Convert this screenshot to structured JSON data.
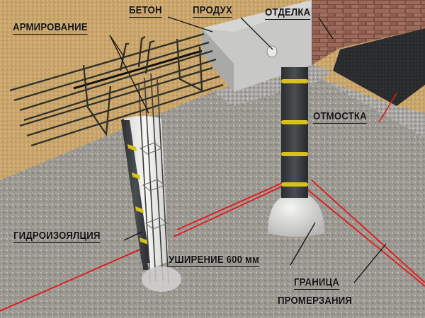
{
  "diagram": {
    "type": "3d-cutaway",
    "subject": "pile foundation with concrete grillage",
    "colors": {
      "sand": "#c9a46a",
      "ground_gray": "#9a9690",
      "ground_light": "#b8b4ae",
      "concrete": "#c4c4c2",
      "brick": "#8a5a4c",
      "asphalt": "#2a2b2d",
      "column_dark": "#34383a",
      "band_yellow": "#d8c21a",
      "frost_line": "#e01818",
      "leader_line": "#111111",
      "rebar": "#2f3028"
    }
  },
  "labels": {
    "armirovanie": "АРМИРОВАНИЕ",
    "beton": "БЕТОН",
    "produkh": "ПРОДУХ",
    "otdelka": "ОТДЕЛКА",
    "otmostka": "ОТМОСТКА",
    "gidroizolyatsiya": "ГИДРОИЗОЯЛЦИЯ",
    "ushirenie": "УШИРЕНИЕ 600 мм",
    "granitsa_line1": "ГРАНИЦА",
    "granitsa_line2": "ПРОМЕРЗАНИЯ"
  }
}
